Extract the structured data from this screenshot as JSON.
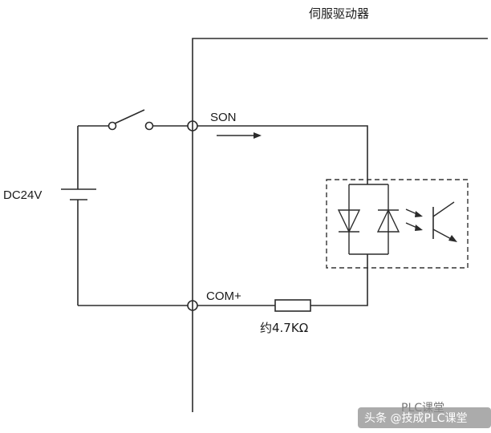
{
  "title": "伺服驱动器",
  "labels": {
    "supply": "DC24V",
    "son": "SON",
    "com": "COM+",
    "resistor": "约4.7KΩ"
  },
  "watermark": {
    "text": "头条 @技成PLC课堂",
    "partial": "PLC课堂"
  },
  "colors": {
    "line": "#2b2b2b",
    "background": "#ffffff"
  }
}
